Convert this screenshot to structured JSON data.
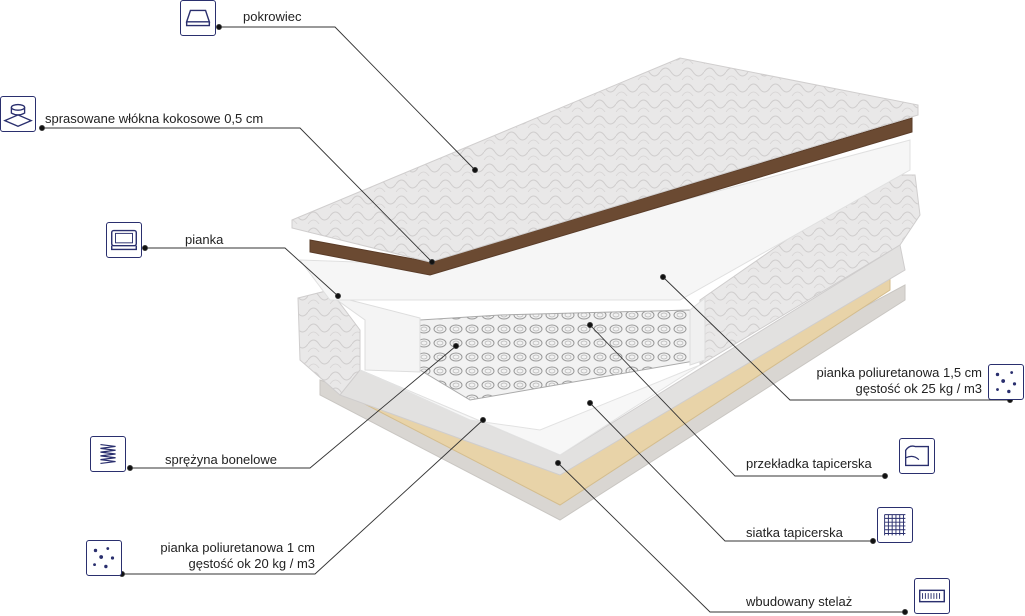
{
  "layers": {
    "cover": "pokrowiec",
    "coconut": "sprasowane włókna kokosowe 0,5 cm",
    "foam": "pianka",
    "spring": "sprężyna bonelowe",
    "pu_foam_1_line1": "pianka poliuretanowa 1 cm",
    "pu_foam_1_line2": "gęstość ok 20 kg / m3",
    "pu_foam_15_line1": "pianka poliuretanowa 1,5 cm",
    "pu_foam_15_line2": "gęstość ok 25 kg / m3",
    "upholstery_insert": "przekładka tapicerska",
    "upholstery_mesh": "siatka tapicerska",
    "frame": "wbudowany stelaż"
  },
  "icons": {
    "cover": "mattress-cover-icon",
    "coconut": "coconut-fiber-icon",
    "foam": "foam-icon",
    "spring": "spring-icon",
    "pu_foam_1": "foam-density-icon",
    "pu_foam_15": "foam-density-icon",
    "upholstery_insert": "fabric-sheet-icon",
    "upholstery_mesh": "mesh-icon",
    "frame": "frame-icon"
  },
  "colors": {
    "accent": "#2a2f6e",
    "line": "#333333",
    "coconut": "#6b4a32",
    "wood": "#e8d3a8"
  }
}
